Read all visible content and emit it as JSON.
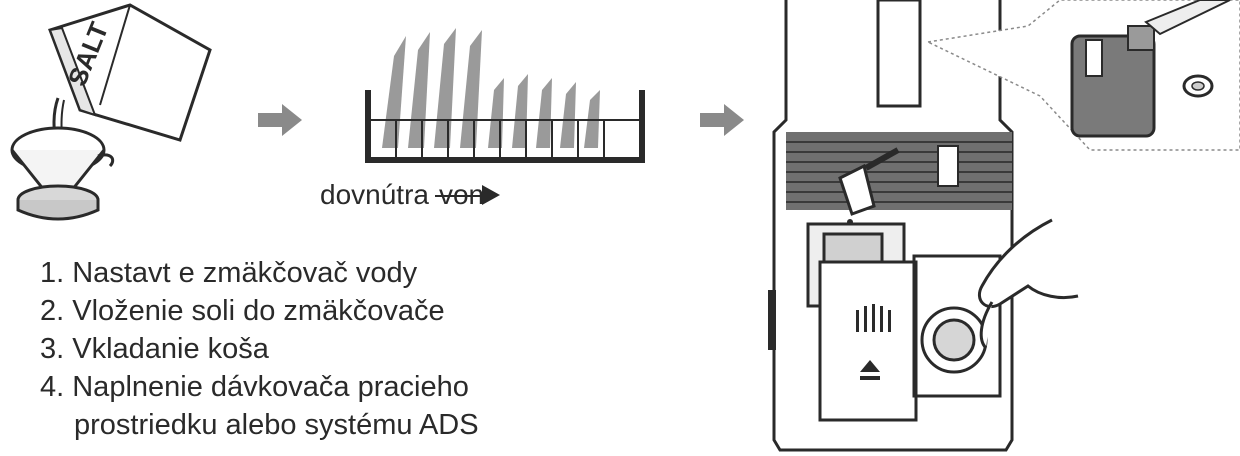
{
  "salt_box": {
    "label": "SALT"
  },
  "rack": {
    "caption_in": "dovnútra",
    "caption_out": "von"
  },
  "steps": [
    {
      "text": "1. Nastavt e zmäkčovač vody"
    },
    {
      "text": "2.  Vloženie soli do zmäkčovače"
    },
    {
      "text": "3. Vkladanie koša"
    },
    {
      "text": "4. Naplnenie dávkovača pracieho",
      "continuation": "prostriedku alebo systému ADS"
    }
  ],
  "colors": {
    "ink": "#2a2a2a",
    "arrow_gray": "#8a8a8a",
    "plate_gray": "#9a9a9a",
    "panel_gray": "#707070"
  }
}
